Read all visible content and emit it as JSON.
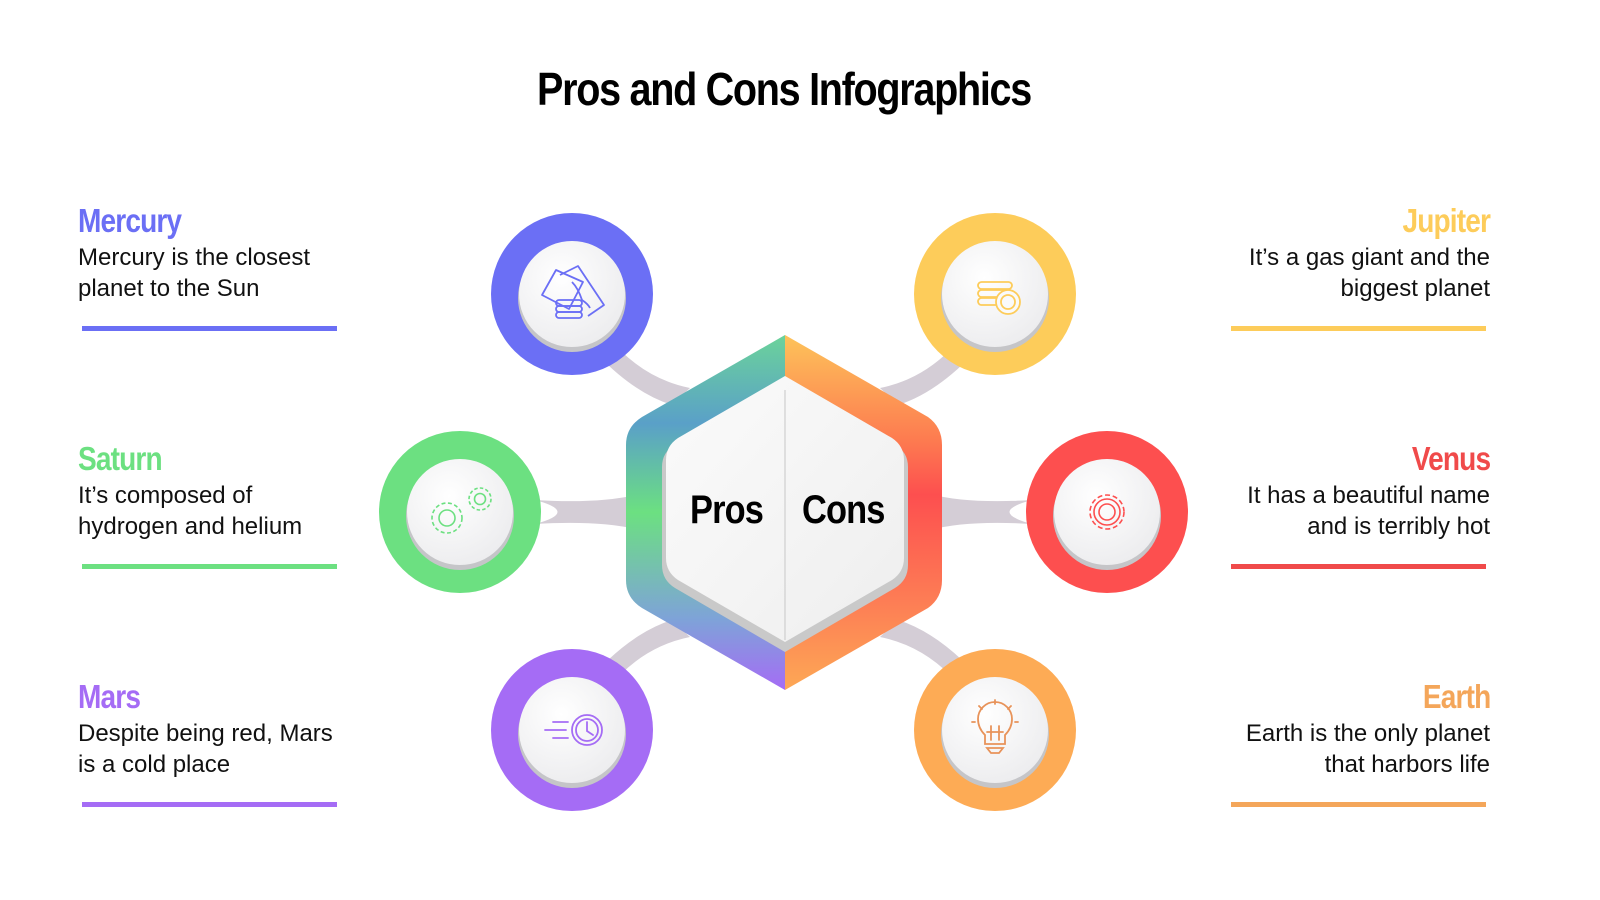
{
  "title": "Pros and Cons Infographics",
  "center": {
    "left_label": "Pros",
    "right_label": "Cons"
  },
  "colors": {
    "mercury": "#6b6ff5",
    "saturn": "#6ce081",
    "mars": "#a56cf5",
    "jupiter": "#fdcc5a",
    "venus": "#fd4f4f",
    "earth": "#fdab55",
    "connector": "#d4cdd6"
  },
  "pros": [
    {
      "name": "Mercury",
      "description_line1": "Mercury is the closest",
      "description_line2": "planet to the Sun",
      "icon": "money-icon"
    },
    {
      "name": "Saturn",
      "description_line1": "It’s composed of",
      "description_line2": "hydrogen and helium",
      "icon": "gears-icon"
    },
    {
      "name": "Mars",
      "description_line1": "Despite being red, Mars",
      "description_line2": "is a cold place",
      "icon": "fast-clock-icon"
    }
  ],
  "cons": [
    {
      "name": "Jupiter",
      "description_line1": "It’s a gas giant and the",
      "description_line2": "biggest planet",
      "icon": "coins-icon"
    },
    {
      "name": "Venus",
      "description_line1": "It has a beautiful name",
      "description_line2": "and is terribly hot",
      "icon": "gear-icon"
    },
    {
      "name": "Earth",
      "description_line1": "Earth is the only planet",
      "description_line2": "that harbors life",
      "icon": "lightbulb-icon"
    }
  ]
}
